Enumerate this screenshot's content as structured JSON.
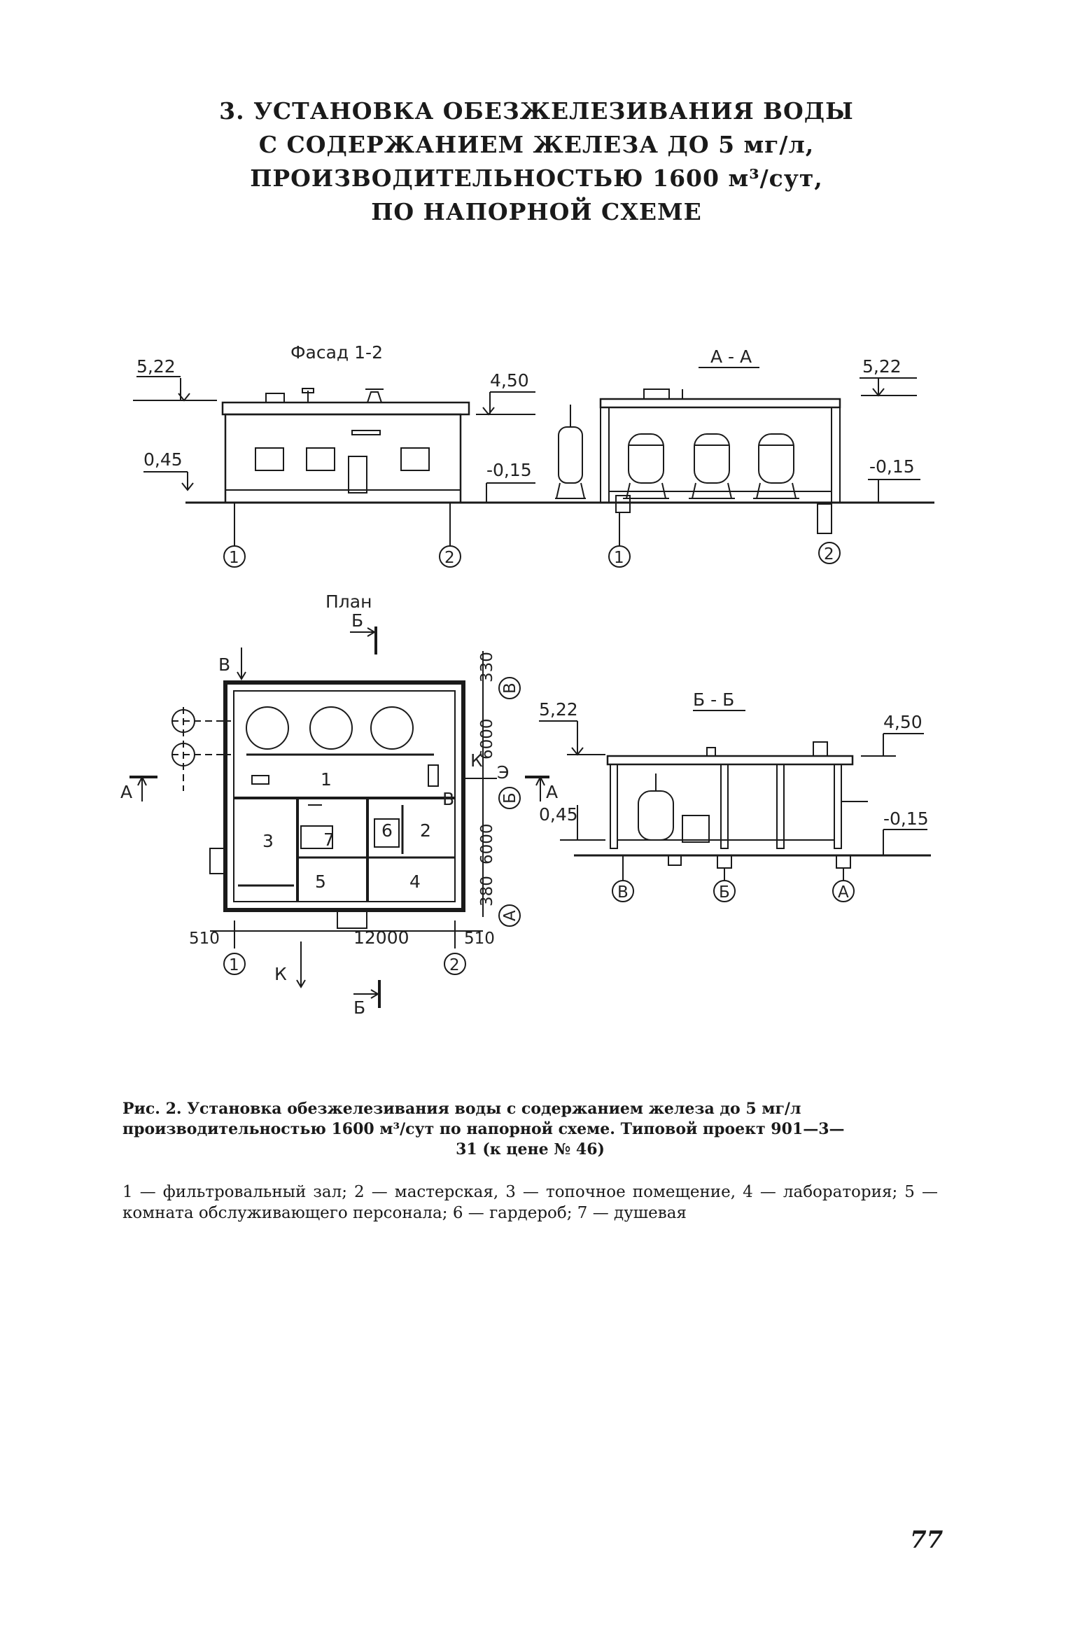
{
  "title": {
    "line1": "3. УСТАНОВКА ОБЕЗЖЕЛЕЗИВАНИЯ ВОДЫ",
    "line2": "С СОДЕРЖАНИЕМ ЖЕЛЕЗА ДО 5 мг/л,",
    "line3": "ПРОИЗВОДИТЕЛЬНОСТЬЮ 1600 м³/сут,",
    "line4": "ПО НАПОРНОЙ СХЕМЕ"
  },
  "drawing": {
    "facade": {
      "heading": "Фасад 1-2",
      "mark_roof": "5,22",
      "mark_eave": "4,50",
      "mark_floor": "0,45",
      "mark_ground": "-0,15",
      "axis1": "1",
      "axis2": "2"
    },
    "section_aa": {
      "heading": "А - А",
      "mark_roof": "5,22",
      "mark_ground": "-0,15",
      "axis1": "1",
      "axis2": "2"
    },
    "plan": {
      "heading": "План",
      "cut_b": "Б",
      "cut_a": "А",
      "letter_v": "В",
      "letter_k": "К",
      "letter_e": "Э",
      "room1": "1",
      "room2": "2",
      "room3": "3",
      "room4": "4",
      "room5": "5",
      "room6": "6",
      "room7": "7",
      "dim_330": "330",
      "dim_6000a": "6000",
      "dim_6000b": "6000",
      "dim_380": "380",
      "dim_12000": "12000",
      "dim_510a": "510",
      "dim_510b": "510",
      "axis_A": "А",
      "axis_B": "Б",
      "axis_V": "В",
      "axis1": "1",
      "axis2": "2"
    },
    "section_bb": {
      "heading": "Б - Б",
      "mark_roof": "5,22",
      "mark_eave": "4,50",
      "mark_floor": "0,45",
      "mark_ground": "-0,15",
      "axis_V": "В",
      "axis_B": "Б",
      "axis_A": "А"
    }
  },
  "caption": {
    "line1": "Рис. 2. Установка обезжелезивания воды с содержанием железа до 5 мг/л",
    "line2": "производительностью 1600 м³/сут по напорной схеме. Типовой проект 901—3—",
    "line3": "31 (к цене № 46)"
  },
  "legend": "1 — фильтровальный зал; 2 — мастерская, 3 — топочное помещение, 4 — лаборатория; 5 — комната обслуживающего персонала; 6 — гардероб; 7 — душевая",
  "page_number": "77"
}
